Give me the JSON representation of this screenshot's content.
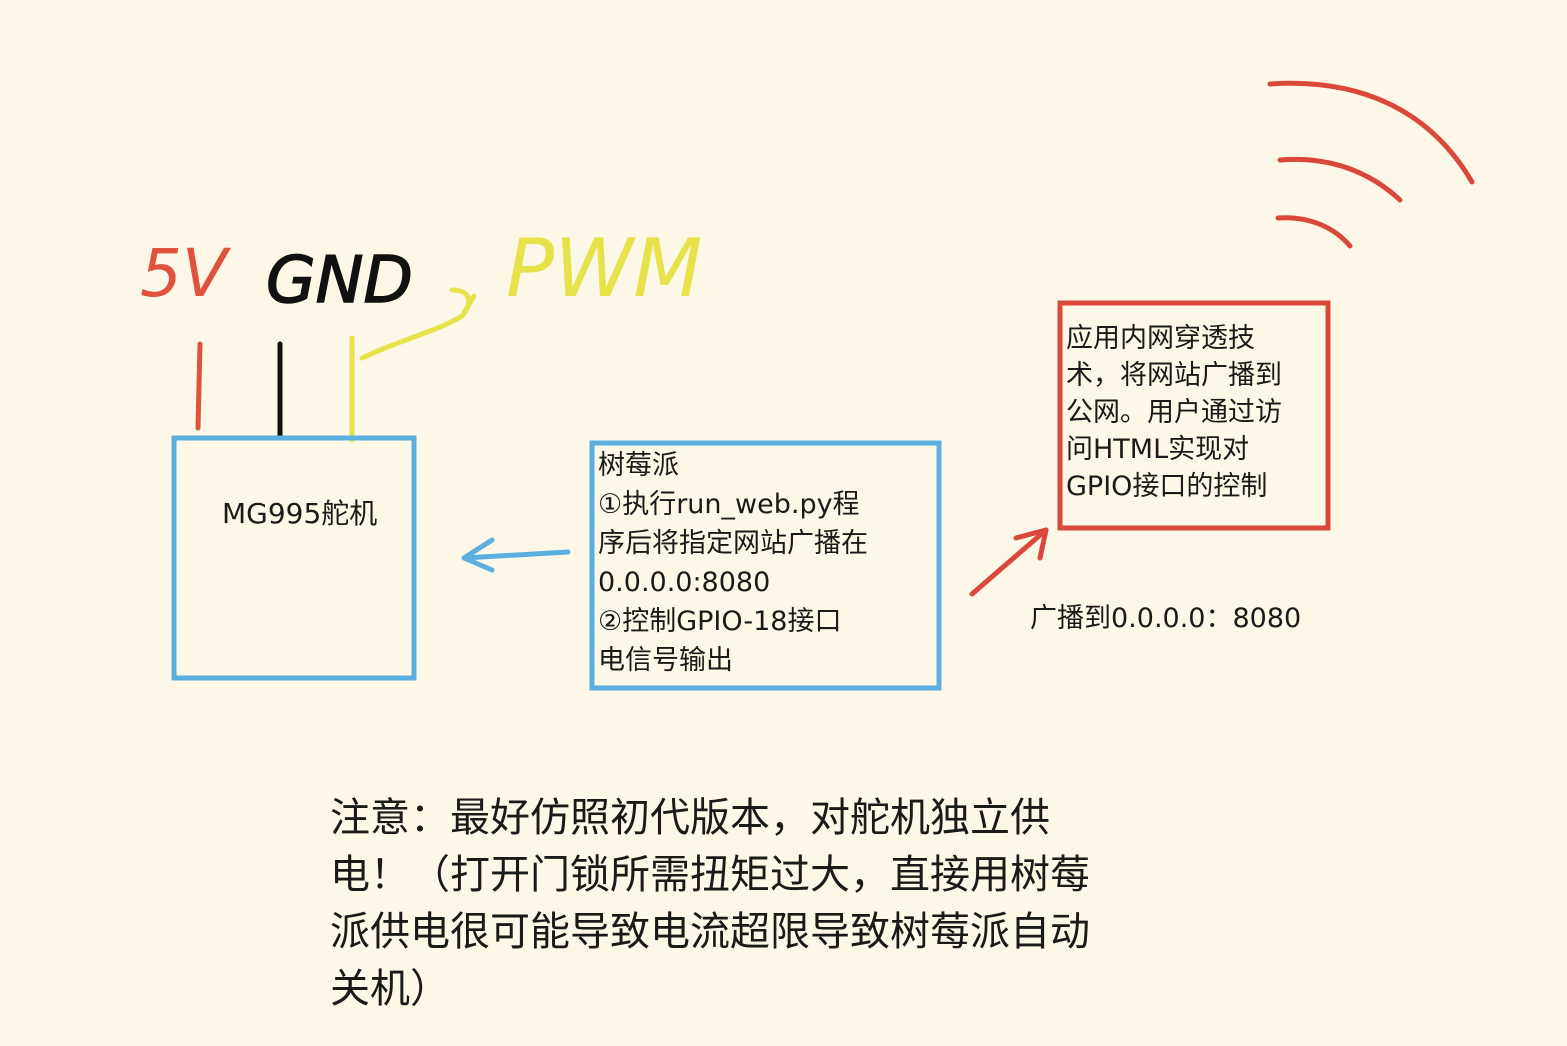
{
  "colors": {
    "background": "#fcf7e6",
    "box_blue": "#5aaee0",
    "box_red": "#d9483a",
    "wire_5v": "#e0513e",
    "wire_gnd": "#111111",
    "wire_pwm": "#e8e24a",
    "arrow_blue": "#5aaee0",
    "arrow_red": "#d9483a",
    "signal_waves": "#d9483a"
  },
  "labels": {
    "v5": "5V",
    "gnd": "GND",
    "pwm": "PWM"
  },
  "servo_box": {
    "label": "MG995舵机"
  },
  "pi_box": {
    "text": "树莓派\n①执行run_web.py程\n序后将指定网站广播在\n0.0.0.0:8080\n②控制GPIO-18接口\n电信号输出"
  },
  "tunnel_box": {
    "text": "应用内网穿透技\n术，将网站广播到\n公网。用户通过访\n问HTML实现对\nGPIO接口的控制"
  },
  "broadcast_label": "广播到0.0.0.0：8080",
  "note": "注意：最好仿照初代版本，对舵机独立供\n电！（打开门锁所需扭矩过大，直接用树莓\n派供电很可能导致电流超限导致树莓派自动\n关机）"
}
